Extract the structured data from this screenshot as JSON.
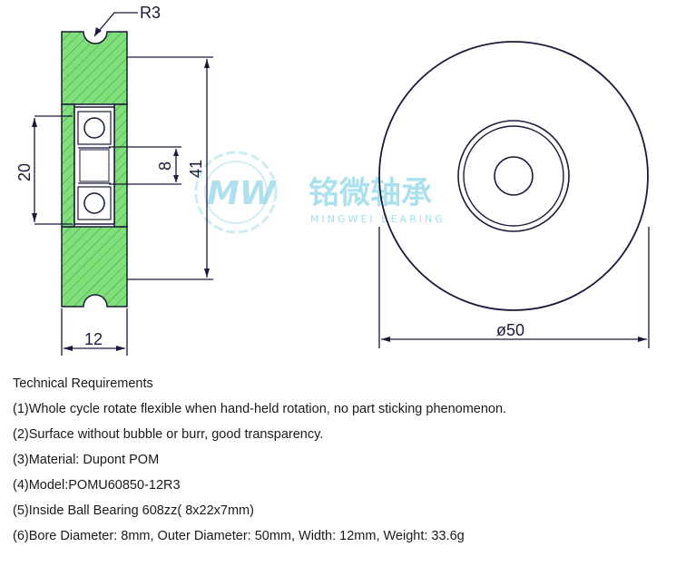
{
  "dimensions": {
    "radius": "R3",
    "bearing_width": "20",
    "bore": "8",
    "height": "41",
    "width": "12",
    "outer_diameter": "ø50"
  },
  "watermark": {
    "logo_text": "MW",
    "brand_cn": "铭微轴承",
    "brand_en": "MINGWEI BEARING"
  },
  "requirements": {
    "title": "Technical Requirements",
    "items": [
      "(1)Whole cycle rotate flexible when hand-held rotation, no part sticking phenomenon.",
      "(2)Surface without bubble or burr, good transparency.",
      "(3)Material: Dupont POM",
      "(4)Model:POMU60850-12R3",
      "(5)Inside Ball Bearing 608zz( 8x22x7mm)",
      "(6)Bore Diameter: 8mm, Outer Diameter: 50mm, Width: 12mm, Weight: 33.6g"
    ]
  },
  "colors": {
    "section_fill": "#7fe07a",
    "line": "#1a1a3a"
  }
}
